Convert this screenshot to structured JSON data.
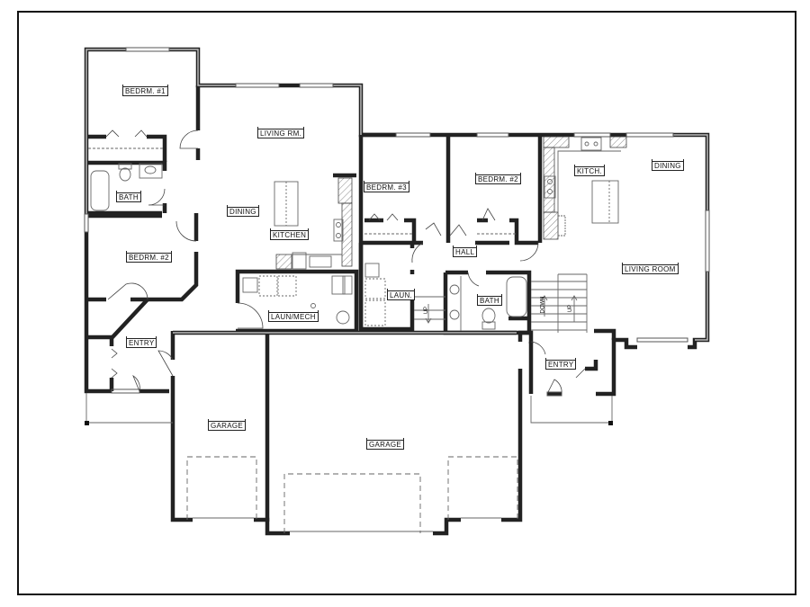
{
  "drawing": {
    "type": "floor plan",
    "colors": {
      "wall_fill": "#8a8a8a",
      "wall_stroke": "#222222",
      "fixture": "#666666",
      "border": "#111111",
      "background": "#ffffff"
    }
  },
  "rooms": {
    "bedroom_1": "BEDRM. #1",
    "bath_west": "BATH",
    "living_rm": "LIVING RM.",
    "dining_west": "DINING",
    "kitchen_west": "KITCHEN",
    "bedroom_2_west": "BEDRM. #2",
    "laun_mech": "LAUN/MECH",
    "entry_west": "ENTRY",
    "garage_west": "GARAGE",
    "bedroom_3": "BEDRM. #3",
    "bedroom_2_east": "BEDRM. #2",
    "hall": "HALL",
    "laun": "LAUN.",
    "bath_east": "BATH",
    "kitch_east": "KITCH.",
    "dining_east": "DINING",
    "living_room": "LIVING ROOM",
    "entry_east": "ENTRY",
    "garage_main": "GARAGE"
  },
  "stairs": {
    "down_label": "DOWN",
    "up_label": "UP",
    "laun_up_label": "UP"
  }
}
